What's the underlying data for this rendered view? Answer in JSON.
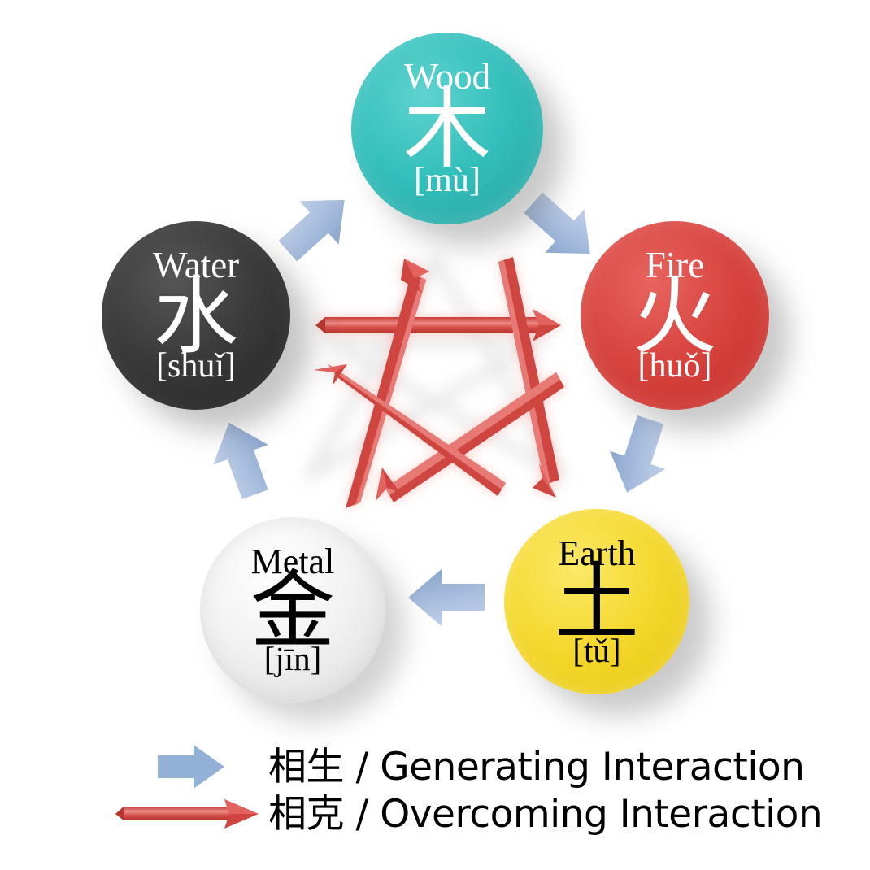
{
  "diagram": {
    "title": "Wu Xing Five Elements Cycle",
    "background_color": "#ffffff"
  },
  "elements": [
    {
      "key": "wood",
      "name": "Wood",
      "hanzi": "木",
      "pinyin": "[mù]",
      "fill_color": "#33bfbb",
      "text_color": "#ffffff",
      "position": "top"
    },
    {
      "key": "fire",
      "name": "Fire",
      "hanzi": "火",
      "pinyin": "[huǒ]",
      "fill_color": "#d8433e",
      "text_color": "#ffffff",
      "position": "upper-right"
    },
    {
      "key": "earth",
      "name": "Earth",
      "hanzi": "土",
      "pinyin": "[tǔ]",
      "fill_color": "#f5d82e",
      "text_color": "#000000",
      "position": "lower-right"
    },
    {
      "key": "metal",
      "name": "Metal",
      "hanzi": "金",
      "pinyin": "[jīn]",
      "fill_color": "#f2f2f2",
      "text_color": "#000000",
      "position": "lower-left"
    },
    {
      "key": "water",
      "name": "Water",
      "hanzi": "水",
      "pinyin": "[shuǐ]",
      "fill_color": "#3b3b3b",
      "text_color": "#ffffff",
      "position": "upper-left"
    }
  ],
  "generating_cycle": {
    "label_hanzi": "相生",
    "label_en": "Generating Interaction",
    "arrow_color": "#93b0d7",
    "arrow_icon": "block-arrow-icon",
    "edges": [
      {
        "from": "water",
        "to": "wood"
      },
      {
        "from": "wood",
        "to": "fire"
      },
      {
        "from": "fire",
        "to": "earth"
      },
      {
        "from": "earth",
        "to": "metal"
      },
      {
        "from": "metal",
        "to": "water"
      }
    ]
  },
  "overcoming_cycle": {
    "label_hanzi": "相克",
    "label_en": "Overcoming Interaction",
    "arrow_color": "#cf4440",
    "arrow_icon": "line-arrow-icon",
    "edges": [
      {
        "from": "water",
        "to": "fire"
      },
      {
        "from": "fire",
        "to": "metal"
      },
      {
        "from": "metal",
        "to": "wood"
      },
      {
        "from": "wood",
        "to": "earth"
      },
      {
        "from": "earth",
        "to": "water"
      }
    ]
  },
  "legend": {
    "rows": [
      {
        "hanzi": "相生",
        "separator": " / ",
        "english": "Generating Interaction",
        "full": "相生 / Generating Interaction",
        "marker": "block-arrow-icon",
        "color": "#93b0d7"
      },
      {
        "hanzi": "相克",
        "separator": " / ",
        "english": "Overcoming Interaction",
        "full": "相克 / Overcoming Interaction",
        "marker": "line-arrow-icon",
        "color": "#cf4440"
      }
    ]
  }
}
